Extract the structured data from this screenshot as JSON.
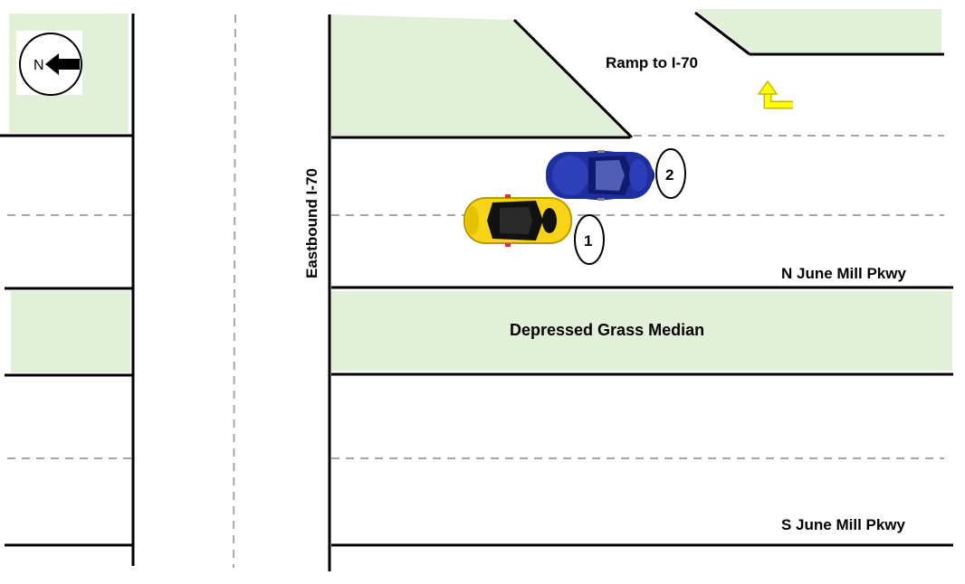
{
  "title": "Crash diagram - Eastbound I-70 at N/S June Mill Pkwy",
  "colors": {
    "grass": "#e2efd9",
    "road_line": "#000000",
    "lane_line": "#a6a6a6",
    "arrow_yellow": "#ffff00",
    "arrow_yellow_outline": "#c9b500",
    "vehicle1_body": "#f7d417",
    "vehicle2_body": "#1f2f9e"
  },
  "compass": {
    "letter": "N",
    "icon": "north-arrow-icon",
    "direction": "left"
  },
  "labels": {
    "ramp": "Ramp to I-70",
    "eastbound": "Eastbound I-70",
    "n_june_mill": "N June Mill Pkwy",
    "median": "Depressed Grass Median",
    "s_june_mill": "S June Mill Pkwy"
  },
  "vehicles": [
    {
      "id": 1,
      "label": "1",
      "color_name": "yellow",
      "icon": "car-icon"
    },
    {
      "id": 2,
      "label": "2",
      "color_name": "blue",
      "icon": "car-icon"
    }
  ],
  "turn_arrow": {
    "icon": "turn-arrow-icon",
    "meaning": "turn onto ramp"
  }
}
